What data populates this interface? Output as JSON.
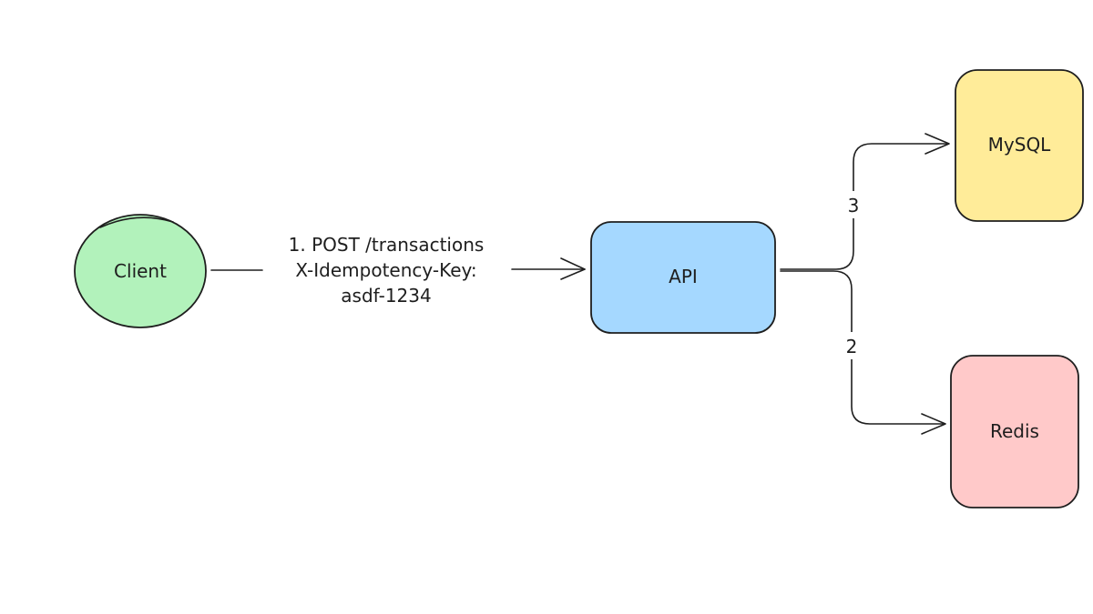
{
  "nodes": {
    "client": {
      "label": "Client",
      "color": "#b2f2bb"
    },
    "api": {
      "label": "API",
      "color": "#a5d8ff"
    },
    "mysql": {
      "label": "MySQL",
      "color": "#ffec99"
    },
    "redis": {
      "label": "Redis",
      "color": "#ffc9c9"
    }
  },
  "edges": {
    "client_api": {
      "line1": "1. POST /transactions",
      "line2": "X-Idempotency-Key:",
      "line3": "asdf-1234"
    },
    "api_mysql": {
      "label": "3"
    },
    "api_redis": {
      "label": "2"
    }
  }
}
